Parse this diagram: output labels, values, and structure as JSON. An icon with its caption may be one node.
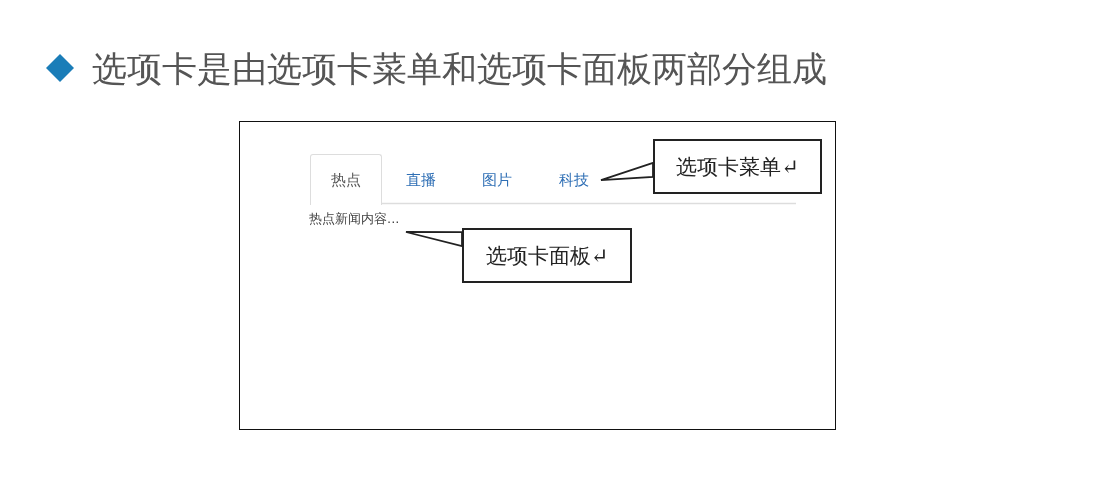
{
  "diagram": {
    "title": "选项卡是由选项卡菜单和选项卡面板两部分组成",
    "nodes": [
      {
        "text": [],
        "shape": "box"
      },
      {
        "text": [
          "热点"
        ],
        "in": 0
      },
      {
        "text": [
          "直播"
        ],
        "in": 0
      },
      {
        "text": [
          "图片"
        ],
        "in": 0
      },
      {
        "text": [
          "科技"
        ],
        "in": 0
      },
      {
        "text": [
          "热点新闻内容..."
        ],
        "in": 0
      },
      {
        "text": [
          "选项卡菜单↵"
        ],
        "in": 0
      },
      {
        "text": [
          "选项卡面板↵"
        ],
        "in": 0
      }
    ],
    "edges": [
      {
        "from": 6,
        "to": 4,
        "arrow": "to"
      },
      {
        "from": 7,
        "to": 5,
        "arrow": "to"
      }
    ]
  }
}
